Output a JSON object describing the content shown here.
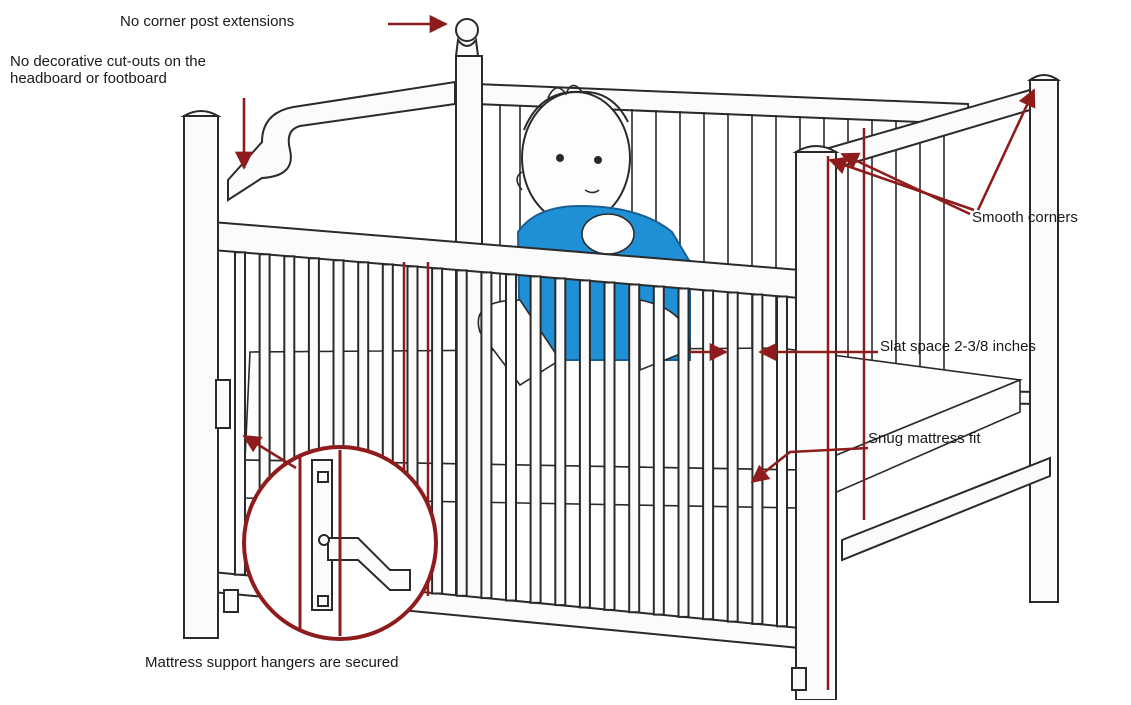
{
  "colors": {
    "line": "#2a2a2a",
    "frame_fill": "#fbfbfb",
    "accent": "#8e1c1c",
    "baby_blue": "#1f8fd6",
    "baby_skin": "#fdfdfd",
    "background": "#ffffff"
  },
  "callouts": {
    "no_corner_post": "No corner post extensions",
    "no_cutouts_line1": "No decorative cut-outs on the",
    "no_cutouts_line2": "headboard or footboard",
    "smooth_corners": "Smooth corners",
    "slat_space": "Slat space 2-3/8 inches",
    "snug_mattress": "Snug mattress fit",
    "hangers_secured": "Mattress support hangers are secured"
  },
  "icons": {
    "arrow": "arrow-icon",
    "crib": "crib-icon",
    "baby": "baby-icon",
    "detail": "magnifier-icon"
  }
}
